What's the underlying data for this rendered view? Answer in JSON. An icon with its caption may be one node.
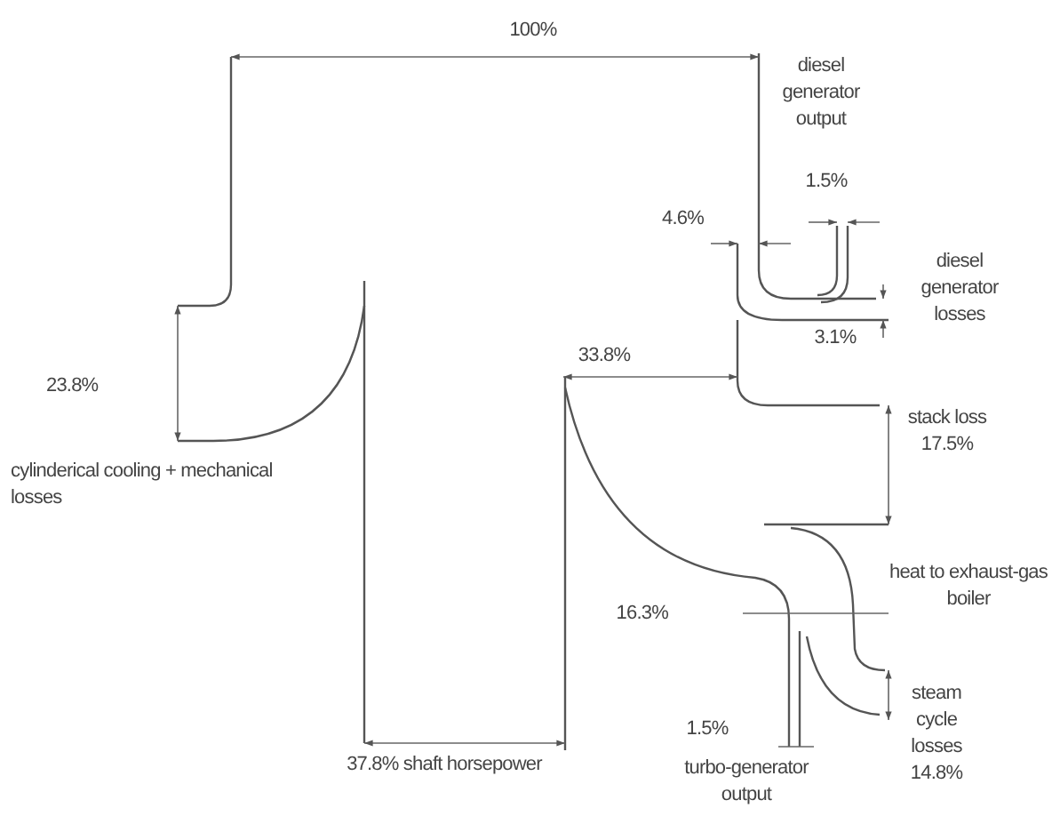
{
  "diagram": {
    "labels": [
      "100%",
      "diesel generator output",
      "1.5%",
      "4.6%",
      "diesel generator losses",
      "3.1%",
      "33.8%",
      "23.8%",
      "stack loss 17.5%",
      "cylinderical cooling + mechanical losses",
      "heat to exhaust-gas boiler",
      "16.3%",
      "steam cycle losses 14.8%",
      "1.5%",
      "37.8% shaft horsepower",
      "turbo-generator output"
    ]
  }
}
